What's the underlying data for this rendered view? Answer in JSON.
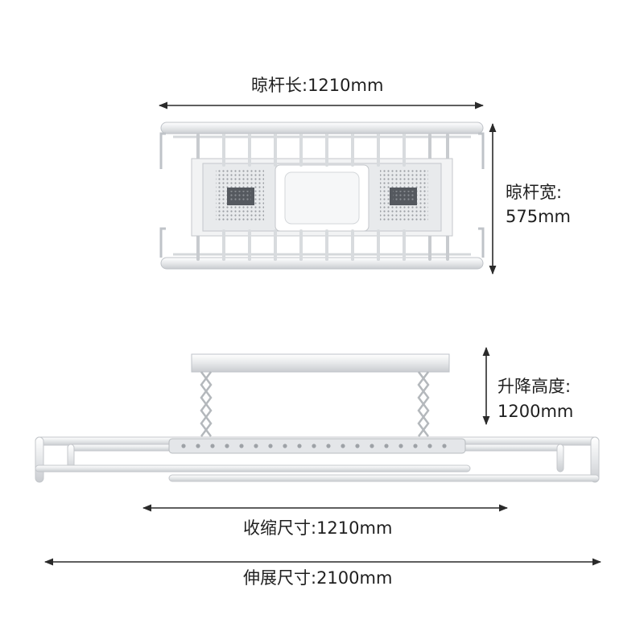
{
  "top_view": {
    "length_label": "晾杆长:1210mm",
    "width_label_line1": "晾杆宽:",
    "width_label_line2": "575mm"
  },
  "side_view": {
    "lift_label_line1": "升降高度:",
    "lift_label_line2": "1200mm",
    "retracted_label": "收缩尺寸:1210mm",
    "extended_label": "伸展尺寸:2100mm"
  },
  "colors": {
    "dimension_line": "#2a2a2a",
    "product_stroke": "#bfc3c8",
    "product_fill": "#eef0f2",
    "vent_fill": "#8c9096"
  }
}
